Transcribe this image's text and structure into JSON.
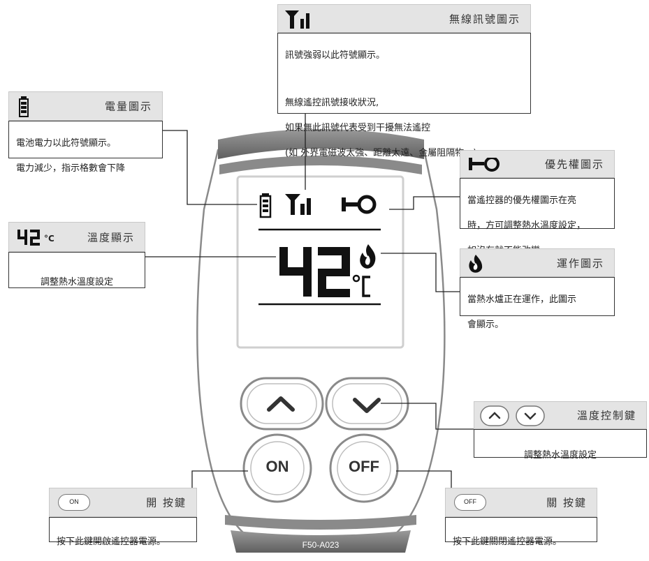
{
  "remote": {
    "model": "F50-A023",
    "temperature": "42",
    "unit": "°C",
    "buttons": {
      "on": "ON",
      "off": "OFF"
    }
  },
  "callouts": {
    "signal": {
      "title": "無線訊號圖示",
      "lines": [
        "訊號強弱以此符號顯示。",
        "",
        "無線遙控訊號接收狀況,",
        "如果無此訊號代表受到干擾無法遙控",
        "(如  外界電磁波太強、距離太遠、金屬阻隔物…)"
      ]
    },
    "battery": {
      "title": "電量圖示",
      "lines": [
        "電池電力以此符號顯示。",
        "電力減少，指示格數會下降"
      ]
    },
    "priority": {
      "title": "優先權圖示",
      "lines": [
        "當遙控器的優先權圖示在亮",
        "時，方可調整熱水溫度設定，",
        "如沒有就不能改變。"
      ]
    },
    "temperature": {
      "title": "溫度顯示",
      "icon_value": "42",
      "icon_unit": "°C",
      "lines": [
        "調整熱水溫度設定"
      ]
    },
    "operation": {
      "title": "運作圖示",
      "lines": [
        "當熱水爐正在運作，此圖示",
        "會顯示。"
      ]
    },
    "temp_control": {
      "title": "溫度控制鍵",
      "lines": [
        "調整熱水溫度設定"
      ]
    },
    "on_key": {
      "title": "開 按鍵",
      "icon_label": "ON",
      "lines": [
        "按下此鍵開啟遙控器電源。"
      ]
    },
    "off_key": {
      "title": "關 按鍵",
      "icon_label": "OFF",
      "lines": [
        "按下此鍵關閉遙控器電源。"
      ]
    }
  },
  "colors": {
    "header_gray": "#e4e4e4",
    "outline": "#333333",
    "remote_band": "#7a7a7a"
  }
}
